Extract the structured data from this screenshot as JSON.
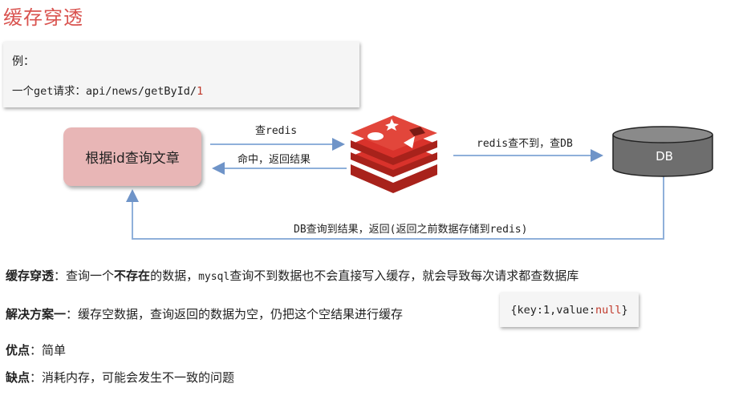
{
  "title": "缓存穿透",
  "example": {
    "label": "例：",
    "request_prefix": "一个get请求：api/news/getById/",
    "request_id": "1"
  },
  "diagram": {
    "query_box": "根据id查询文章",
    "arrow_query_redis": "查redis",
    "arrow_hit_return": "命中，返回结果",
    "arrow_miss_db": "redis查不到，查DB",
    "db_label": "DB",
    "arrow_db_return": "DB查询到结果，返回(返回之前数据存储到redis)",
    "colors": {
      "redis": "#d9322b",
      "db": "#7a7a7a",
      "arrow": "#7a9fd0",
      "query_box": "#e8b6b6"
    }
  },
  "paragraphs": {
    "definition": {
      "term": "缓存穿透",
      "colon": "：",
      "text1": "查询一个",
      "emphasis": "不存在",
      "text2": "的数据，",
      "mono": "mysql",
      "text3": "查询不到数据也不会直接写入缓存，就会导致每次请求都查数据库"
    },
    "solution": {
      "term": "解决方案一",
      "colon": "：",
      "text": "缓存空数据，查询返回的数据为空，仍把这个空结果进行缓存"
    },
    "json": {
      "prefix": "{key:1,value:",
      "null": "null",
      "suffix": "}"
    },
    "pros": {
      "term": "优点",
      "colon": "：",
      "text": "简单"
    },
    "cons": {
      "term": "缺点",
      "colon": "：",
      "text": "消耗内存，可能会发生不一致的问题"
    }
  }
}
